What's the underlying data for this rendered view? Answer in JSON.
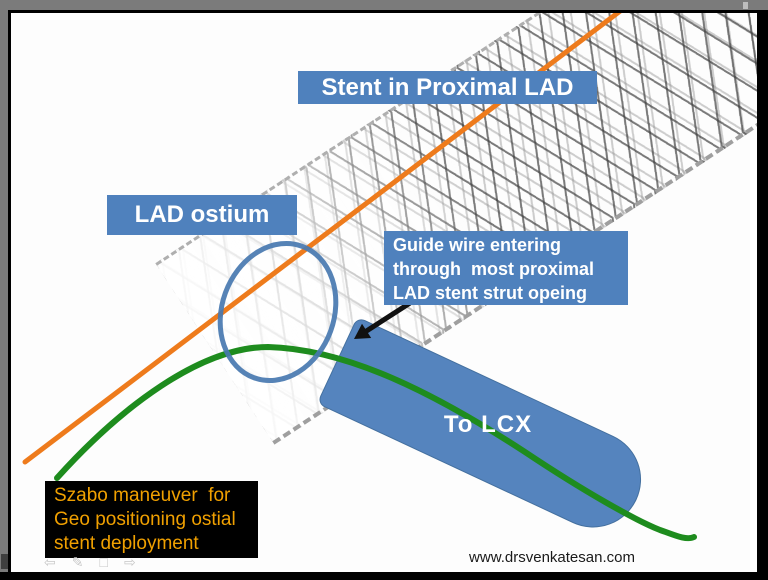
{
  "diagram": {
    "title": "Stent in Proximal LAD",
    "lad_ostium_label": "LAD ostium",
    "guidewire_note": {
      "line1": "Guide wire entering",
      "line2": "through  most proximal",
      "line3": "LAD stent strut opeing"
    },
    "to_lcx_label": "To LCX",
    "caption": {
      "line1": "Szabo maneuver  for",
      "line2": "Geo positioning ostial",
      "line3": "stent deployment"
    },
    "website": "www.drsvenkatesan.com",
    "colors": {
      "label_bg": "#4F81BD",
      "label_text": "#FFFFFF",
      "guide_wire_orange": "#EE7B1C",
      "lcx_wire_green": "#1E8C1E",
      "ostium_ellipse_stroke": "#4878B0",
      "lcx_branch_fill": "#5584BE",
      "caption_bg": "#000000",
      "caption_text": "#F0A000",
      "arrow": "#111111"
    }
  },
  "frame": {
    "nav_icons": [
      {
        "name": "back-arrow",
        "glyph": "⇦"
      },
      {
        "name": "pen",
        "glyph": "✎"
      },
      {
        "name": "slide-menu",
        "glyph": "□"
      },
      {
        "name": "forward-arrow",
        "glyph": "⇨"
      }
    ]
  }
}
